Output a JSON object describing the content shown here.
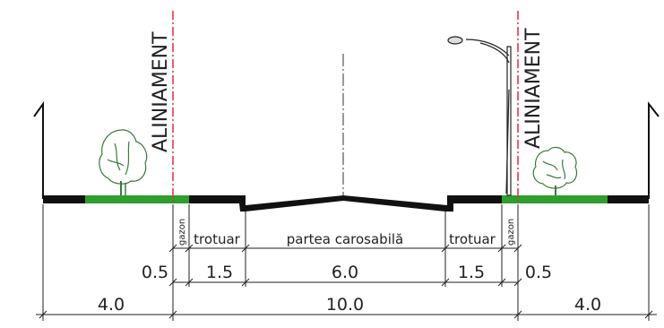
{
  "labels": {
    "alignment_left": "ALINIAMENT",
    "alignment_right": "ALINIAMENT",
    "gazon_left": "gazon",
    "gazon_right": "gazon",
    "sidewalk_left": "trotuar",
    "sidewalk_right": "trotuar",
    "roadway": "partea carosabilă"
  },
  "dimensions": {
    "left_grass": "0.5",
    "left_sidewalk": "1.5",
    "roadway": "6.0",
    "right_sidewalk": "1.5",
    "right_grass": "0.5",
    "left_total": "4.0",
    "street_width": "10.0",
    "right_total": "4.0"
  },
  "colors": {
    "grass": "#2e9e2e",
    "alignment_line": "#e8283c",
    "ground": "#111111",
    "tree": "#3c7a3c"
  },
  "icons": {
    "tree_left": "tree-icon",
    "tree_right": "shrub-icon",
    "lamp": "street-lamp-icon"
  }
}
